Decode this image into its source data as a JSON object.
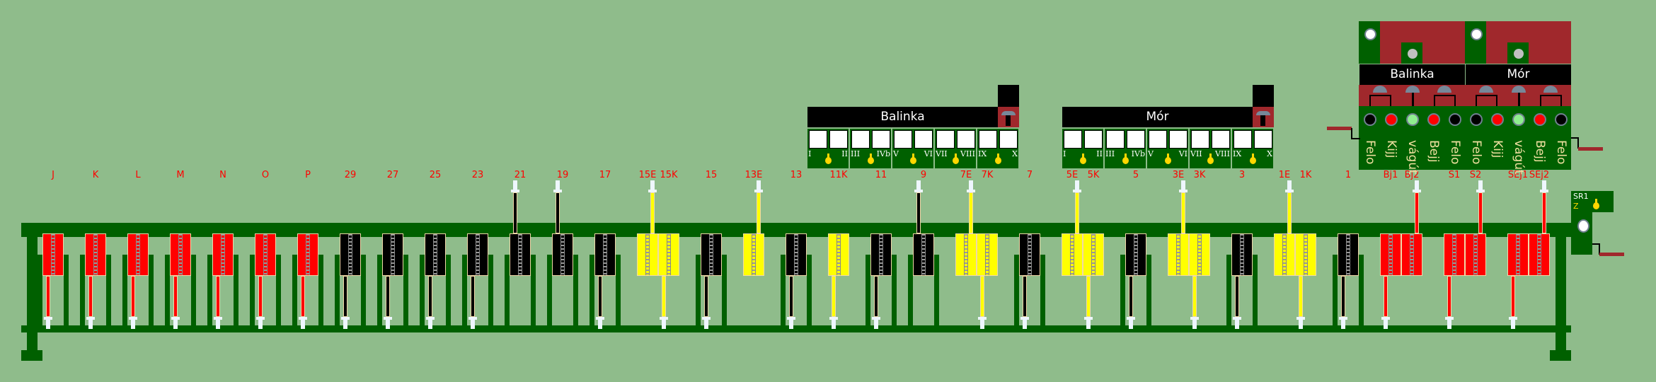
{
  "levers": [
    {
      "color": "red",
      "blocks": [
        {
          "label": "J",
          "rod": "down"
        }
      ]
    },
    {
      "color": "red",
      "blocks": [
        {
          "label": "K",
          "rod": "down"
        }
      ]
    },
    {
      "color": "red",
      "blocks": [
        {
          "label": "L",
          "rod": "down"
        }
      ]
    },
    {
      "color": "red",
      "blocks": [
        {
          "label": "M",
          "rod": "down"
        }
      ]
    },
    {
      "color": "red",
      "blocks": [
        {
          "label": "N",
          "rod": "down"
        }
      ]
    },
    {
      "color": "red",
      "blocks": [
        {
          "label": "O",
          "rod": "down"
        }
      ]
    },
    {
      "color": "red",
      "blocks": [
        {
          "label": "P",
          "rod": "down"
        }
      ]
    },
    {
      "color": "black",
      "blocks": [
        {
          "label": "29",
          "rod": "down"
        }
      ]
    },
    {
      "color": "black",
      "blocks": [
        {
          "label": "27",
          "rod": "down"
        }
      ]
    },
    {
      "color": "black",
      "blocks": [
        {
          "label": "25",
          "rod": "down"
        }
      ]
    },
    {
      "color": "black",
      "blocks": [
        {
          "label": "23",
          "rod": "down"
        }
      ]
    },
    {
      "color": "black",
      "blocks": [
        {
          "label": "21",
          "rod": "up"
        }
      ]
    },
    {
      "color": "black",
      "blocks": [
        {
          "label": "19",
          "rod": "up"
        }
      ]
    },
    {
      "color": "black",
      "blocks": [
        {
          "label": "17",
          "rod": "down"
        }
      ]
    },
    {
      "color": "yellow",
      "blocks": [
        {
          "label": "15E",
          "rod": "up"
        },
        {
          "label": "15K",
          "rod": "down"
        }
      ]
    },
    {
      "color": "black",
      "blocks": [
        {
          "label": "15",
          "rod": "down"
        }
      ]
    },
    {
      "color": "yellow",
      "blocks": [
        {
          "label": "13E",
          "rod": "up"
        }
      ]
    },
    {
      "color": "black",
      "blocks": [
        {
          "label": "13",
          "rod": "down"
        }
      ]
    },
    {
      "color": "yellow",
      "blocks": [
        {
          "label": "11K",
          "rod": "down"
        }
      ]
    },
    {
      "color": "black",
      "blocks": [
        {
          "label": "11",
          "rod": "down"
        }
      ]
    },
    {
      "color": "black",
      "blocks": [
        {
          "label": "9",
          "rod": "up"
        }
      ]
    },
    {
      "color": "yellow",
      "blocks": [
        {
          "label": "7E",
          "rod": "up"
        },
        {
          "label": "7K",
          "rod": "down"
        }
      ]
    },
    {
      "color": "black",
      "blocks": [
        {
          "label": "7",
          "rod": "down"
        }
      ]
    },
    {
      "color": "yellow",
      "blocks": [
        {
          "label": "5E",
          "rod": "up"
        },
        {
          "label": "5K",
          "rod": "down"
        }
      ]
    },
    {
      "color": "black",
      "blocks": [
        {
          "label": "5",
          "rod": "down"
        }
      ]
    },
    {
      "color": "yellow",
      "blocks": [
        {
          "label": "3E",
          "rod": "up"
        },
        {
          "label": "3K",
          "rod": "down"
        }
      ]
    },
    {
      "color": "black",
      "blocks": [
        {
          "label": "3",
          "rod": "down"
        }
      ]
    },
    {
      "color": "yellow",
      "blocks": [
        {
          "label": "1E",
          "rod": "up"
        },
        {
          "label": "1K",
          "rod": "down"
        }
      ]
    },
    {
      "color": "black",
      "blocks": [
        {
          "label": "1",
          "rod": "down"
        }
      ]
    },
    {
      "color": "red",
      "blocks": [
        {
          "label": "Bj1",
          "rod": "down"
        },
        {
          "label": "Bj2",
          "rod": "up"
        }
      ]
    },
    {
      "color": "red",
      "blocks": [
        {
          "label": "S1",
          "rod": "down"
        },
        {
          "label": "S2",
          "rod": "up"
        }
      ]
    },
    {
      "color": "red",
      "blocks": [
        {
          "label": "SEj1",
          "rod": "down"
        },
        {
          "label": "SEj2",
          "rod": "up"
        }
      ]
    }
  ],
  "stations": [
    {
      "name": "Balinka",
      "groups": [
        [
          "I",
          "II"
        ],
        [
          "III",
          "IVb"
        ],
        [
          "V",
          "VI"
        ],
        [
          "VII",
          "VIII"
        ],
        [
          "IX",
          "X"
        ]
      ]
    },
    {
      "name": "Mór",
      "groups": [
        [
          "I",
          "II"
        ],
        [
          "III",
          "IVb"
        ],
        [
          "V",
          "VI"
        ],
        [
          "VII",
          "VIII"
        ],
        [
          "IX",
          "X"
        ]
      ]
    }
  ],
  "control_panel": {
    "stations": [
      "Balinka",
      "Mór"
    ],
    "lamps": [
      {
        "label": "Felo",
        "color": "#000000"
      },
      {
        "label": "Kijj",
        "color": "#ff0000"
      },
      {
        "label": "vágút",
        "color": "#90ee90"
      },
      {
        "label": "Bejj",
        "color": "#ff0000"
      },
      {
        "label": "Felo",
        "color": "#000000"
      },
      {
        "label": "Felo",
        "color": "#000000"
      },
      {
        "label": "Kijj",
        "color": "#ff0000"
      },
      {
        "label": "vágút",
        "color": "#90ee90"
      },
      {
        "label": "Bejj",
        "color": "#ff0000"
      },
      {
        "label": "Felo",
        "color": "#000000"
      }
    ]
  },
  "sr1": {
    "title": "SR1",
    "sub": "Z"
  },
  "colors": {
    "red": "#ff0000",
    "yellow": "#ffff00",
    "black": "#000000",
    "green": "#006000",
    "brown": "#a0282c"
  }
}
